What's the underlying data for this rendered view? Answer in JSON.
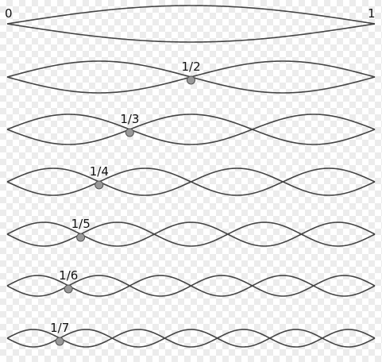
{
  "endpoints": {
    "start": "0",
    "end": "1"
  },
  "modes": [
    {
      "harmonic": 1,
      "node_label": ""
    },
    {
      "harmonic": 2,
      "node_label": "1/2"
    },
    {
      "harmonic": 3,
      "node_label": "1/3"
    },
    {
      "harmonic": 4,
      "node_label": "1/4"
    },
    {
      "harmonic": 5,
      "node_label": "1/5"
    },
    {
      "harmonic": 6,
      "node_label": "1/6"
    },
    {
      "harmonic": 7,
      "node_label": "1/7"
    }
  ],
  "colors": {
    "string": "#444444",
    "node_fill": "#999999",
    "node_stroke": "#555555"
  }
}
